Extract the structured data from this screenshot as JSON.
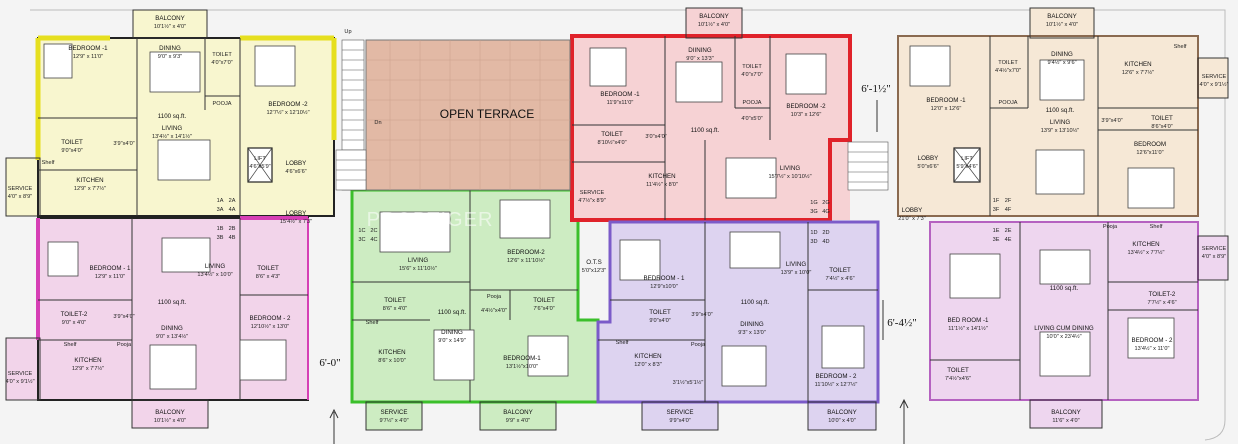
{
  "page": {
    "background": "#f4f4f4",
    "accent_colors": {
      "yellow": "#f8f6cf",
      "pink": "#f2d4ea",
      "green": "#cdecc2",
      "red": "#f6d2d4",
      "purple": "#ddd3f0",
      "beige": "#f6e8d6",
      "terrace": "#e2b9a5"
    }
  },
  "areas": {
    "open_terrace": "OPEN TERRACE",
    "balcony_a": "BALCONY",
    "balcony_a_dim": "10'1½\" x 4'0\"",
    "balcony_d": "BALCONY",
    "balcony_d_dim": "10'1½\" x 4'0\"",
    "balcony_f": "BALCONY",
    "balcony_f_dim": "10'1½\" x 4'0\"",
    "balcony_b": "BALCONY",
    "balcony_b_dim": "10'1½\" x 4'0\"",
    "balcony_c": "BALCONY",
    "balcony_c_dim": "9'9\" x 4'0\"",
    "balcony_e": "BALCONY",
    "balcony_e_dim": "10'0\" x 4'0\"",
    "balcony_g": "BALCONY",
    "balcony_g_dim": "11'6\" x 4'0\"",
    "lobby_a": "LOBBY",
    "lobby_a_dim": "4'6\"x6'6\"",
    "lobby_b": "LOBBY",
    "lobby_b_dim": "15'4½\" x 7'3\"",
    "lobby_c": "LOBBY",
    "lobby_c_dim": "5'0\"x6'6\"",
    "lobby_d": "LOBBY",
    "lobby_d_dim": "21'0\" x 7'3\"",
    "lift_a": "LIFT",
    "lift_a_dim": "4'6\"x5'9\"",
    "lift_b": "LIFT",
    "lift_b_dim": "5'9\"x4'6\"",
    "ots": "O.T.S",
    "ots_dim": "5'0\"x12'3\"",
    "up": "Up",
    "dn": "Dn",
    "dim_left": "6'-0\"",
    "dim_right_top": "6'-1½\"",
    "dim_right_bottom": "6'-4½\"",
    "watermark": "PROPTIGER"
  },
  "units": {
    "yellow": {
      "bedroom1": "BEDROOM -1",
      "bedroom1_dim": "12'9\" x 11'0\"",
      "dining": "DINING",
      "dining_dim": "9'0\" x 9'3\"",
      "toilet_a": "TOILET",
      "toilet_a_dim": "4'0\"x7'0\"",
      "pooja": "POOJA",
      "bedroom2": "BEDROOM -2",
      "bedroom2_dim": "12'7½\" x 12'10½\"",
      "area": "1100 sq.ft.",
      "living": "LIVING",
      "living_dim": "13'4½\" x 14'1½\"",
      "toilet_b": "TOILET",
      "toilet_b_dim": "9'0\"x4'0\"",
      "shelf_dim": "3'9\"x4'0\"",
      "service": "SERVICE",
      "service_dim": "4'0\" x 8'9\"",
      "kitchen": "KITCHEN",
      "kitchen_dim": "12'9\" x 7'7½\"",
      "shelf": "Shelf",
      "codes": [
        "1A",
        "2A",
        "3A",
        "4A"
      ]
    },
    "pink": {
      "codes": [
        "1B",
        "2B",
        "3B",
        "4B"
      ],
      "bedroom1": "BEDROOM - 1",
      "bedroom1_dim": "12'9\" x 11'0\"",
      "living": "LIVING",
      "living_dim": "13'4½\" x 10'0\"",
      "toilet_a": "TOILET",
      "toilet_a_dim": "8'6\" x 4'3\"",
      "area": "1100 sq.ft.",
      "toilet2": "TOILET-2",
      "toilet2_dim": "9'0\" x 4'0\"",
      "shelf_dim": "3'9\"x4'0\"",
      "dining": "DINING",
      "dining_dim": "9'0\" x 13'4½\"",
      "bedroom2": "BEDROOM - 2",
      "bedroom2_dim": "12'10½\" x 13'0\"",
      "shelf": "Shelf",
      "pooja": "Pooja",
      "service": "SERVICE",
      "service_dim": "4'0\" x 9'1½\"",
      "kitchen": "KITCHEN",
      "kitchen_dim": "12'9\" x 7'7½\""
    },
    "green": {
      "codes": [
        "1C",
        "2C",
        "3C",
        "4C"
      ],
      "living": "LIVING",
      "living_dim": "15'6\" x 11'10½\"",
      "bedroom2": "BEDROOM-2",
      "bedroom2_dim": "12'6\" x 11'10½\"",
      "toilet_a": "TOILET",
      "toilet_a_dim": "8'6\" x 4'0\"",
      "pooja": "Pooja",
      "toilet_b": "TOILET",
      "toilet_b_dim": "7'6\"x4'0\"",
      "shelf_dim": "4'4½\"x4'0\"",
      "area": "1100 sq.ft.",
      "dining": "DINING",
      "dining_dim": "9'0\" x 14'9\"",
      "kitchen": "KITCHEN",
      "kitchen_dim": "8'6\" x 10'0\"",
      "shelf": "Shelf",
      "bedroom1": "BEDROOM-1",
      "bedroom1_dim": "13'1½\"x10'0\"",
      "service": "SERVICE",
      "service_dim": "9'7½\" x 4'0\""
    },
    "red": {
      "codes": [
        "1G",
        "2G",
        "3G",
        "4G"
      ],
      "dining": "DIINING",
      "dining_dim": "9'0\" x 13'3\"",
      "toilet_a": "TOILET",
      "toilet_a_dim": "4'0\"x7'0\"",
      "bedroom1": "BEDROOM -1",
      "bedroom1_dim": "11'9\"x11'0\"",
      "pooja": "POOJA",
      "pooja_dim": "4'0\"x5'0\"",
      "bedroom2": "BEDROOM -2",
      "bedroom2_dim": "10'3\" x 12'6\"",
      "area": "1100 sq.ft.",
      "toilet_b": "TOILET",
      "toilet_b_dim": "8'10½\"x4'0\"",
      "shelf_dim": "3'0\"x4'0\"",
      "living": "LIVING",
      "living_dim": "15'7½\" x 10'10½\"",
      "kitchen": "KITCHEN",
      "kitchen_dim": "11'4½\" x 8'0\"",
      "service": "SERVICE",
      "service_dim": "4'7½\"x 8'9\""
    },
    "purple": {
      "codes": [
        "1D",
        "2D",
        "3D",
        "4D"
      ],
      "living": "LIVING",
      "living_dim": "13'9\" x 10'0\"",
      "toilet_a": "TOILET",
      "toilet_a_dim": "7'4½\" x 4'6\"",
      "bedroom1": "BEDROOM - 1",
      "bedroom1_dim": "12'9\"x10'0\"",
      "area": "1100 sq.ft.",
      "toilet_b": "TOILET",
      "toilet_b_dim": "9'0\"x4'0\"",
      "shelf_dim": "3'9\"x4'0\"",
      "dining": "DIINING",
      "dining_dim": "9'3\" x 13'0\"",
      "shelf": "Shelf",
      "pooja": "Pooja",
      "kitchen": "KITCHEN",
      "kitchen_dim": "12'0\" x 8'3\"",
      "small_dim": "3'1½\"x5'1½\"",
      "bedroom2": "BEDROOM - 2",
      "bedroom2_dim": "11'10½\" x 12'7½\"",
      "service": "SERVICE",
      "service_dim": "9'9\"x4'0\""
    },
    "beige": {
      "codes": [
        "1F",
        "2F",
        "3F",
        "4F"
      ],
      "bedroom1": "BEDROOM -1",
      "bedroom1_dim": "12'0\" x 12'6\"",
      "dining": "DINING",
      "dining_dim": "9'4½\" x 9'6\"",
      "toilet_a": "TOILET",
      "toilet_a_dim": "4'4½\"x7'0\"",
      "pooja": "POOJA",
      "kitchen": "KITCHEN",
      "kitchen_dim": "12'6\" x 7'7½\"",
      "shelf": "Shelf",
      "service": "SERVICE",
      "service_dim": "4'0\" x 9'1½\"",
      "area": "1100 sq.ft.",
      "living": "LIVING",
      "living_dim": "13'9\" x 13'10½\"",
      "shelf_dim": "3'9\"x4'0\"",
      "toilet_b": "TOILET",
      "toilet_b_dim": "8'6\"x4'0\"",
      "bedroom2": "BEDROOM",
      "bedroom2_dim": "12'6\"x11'0\""
    },
    "lavender": {
      "codes": [
        "1E",
        "2E",
        "3E",
        "4E"
      ],
      "pooja": "Pooja",
      "shelf": "Shelf",
      "kitchen": "KITCHEN",
      "kitchen_dim": "13'4½\" x 7'7½\"",
      "service": "SERVICE",
      "service_dim": "4'0\" x 8'9\"",
      "area": "1100 sq.ft.",
      "toilet2": "TOILET-2",
      "toilet2_dim": "7'7½\" x 4'6\"",
      "bedroom1": "BED ROOM -1",
      "bedroom1_dim": "11'1½\" x 14'1½\"",
      "living": "LIVING CUM DINING",
      "living_dim": "10'0\" x 23'4½\"",
      "bedroom2": "BEDROOM - 2",
      "bedroom2_dim": "13'4½\" x 11'0\"",
      "toilet": "TOILET",
      "toilet_dim": "7'4½\"x4'6\""
    }
  }
}
